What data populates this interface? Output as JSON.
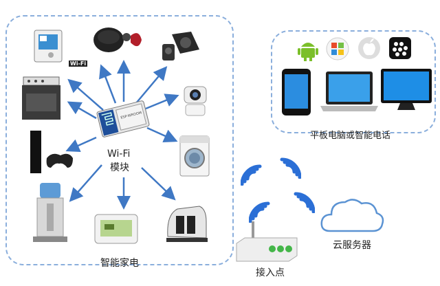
{
  "labels": {
    "module_line1": "Wi-Fi",
    "module_line2": "模块",
    "smart_home": "智能家电",
    "tablet_phone": "平板电脑或智能电话",
    "access_point": "接入点",
    "cloud_server": "云服务器"
  },
  "module_chip_text": "ESP-WROOM",
  "thermostat_tag": "Wi-Fi",
  "colors": {
    "frame_dashed": "#8aaedc",
    "arrow": "#3f78c4",
    "wifi_arc": "#2b6fd6",
    "android": "#7bbf2a",
    "router_led": "#44b649"
  },
  "icons": {
    "os": [
      "android-icon",
      "windows-icon",
      "apple-icon",
      "blackberry-icon"
    ],
    "devices": [
      "smartphone-icon",
      "laptop-icon",
      "monitor-icon"
    ],
    "appliances": [
      "thermostat-icon",
      "game-pad-icon",
      "speaker-system-icon",
      "oven-icon",
      "camera-icon",
      "phone-game-console-icon",
      "washing-machine-icon",
      "dispenser-icon",
      "smart-panel-icon",
      "toaster-icon"
    ]
  }
}
